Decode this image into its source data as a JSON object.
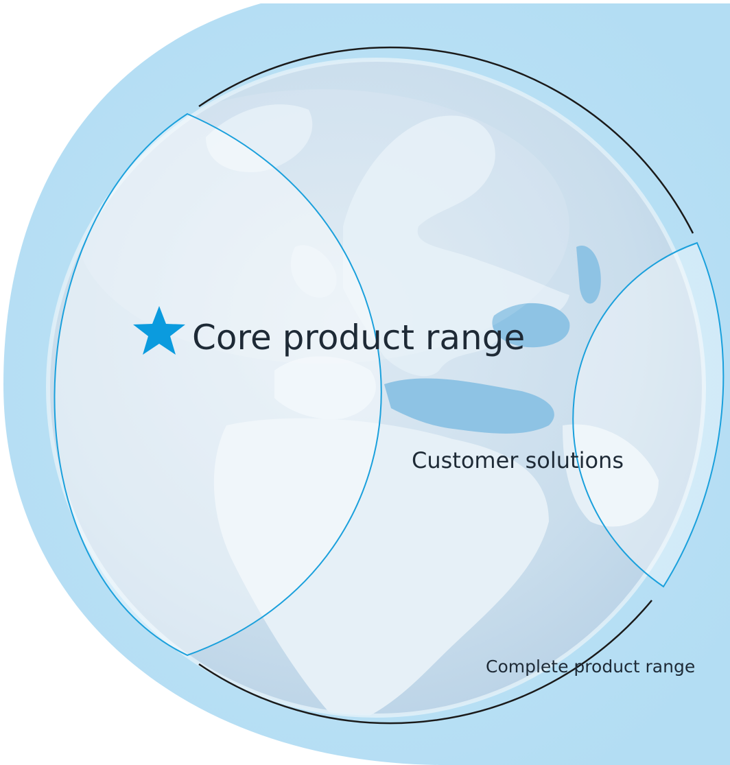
{
  "labels": {
    "core": "Core product range",
    "customer": "Customer solutions",
    "complete": "Complete product range"
  },
  "colors": {
    "background_blue": "#b8e0f5",
    "globe_blue": "#a9cde6",
    "land": "#e6f0f7",
    "accent_blue": "#1aa0dc",
    "outline_dark": "#1a1a1a",
    "star": "#0b9bde",
    "text": "#1e2a36"
  },
  "icons": {
    "core_marker": "star-icon"
  }
}
